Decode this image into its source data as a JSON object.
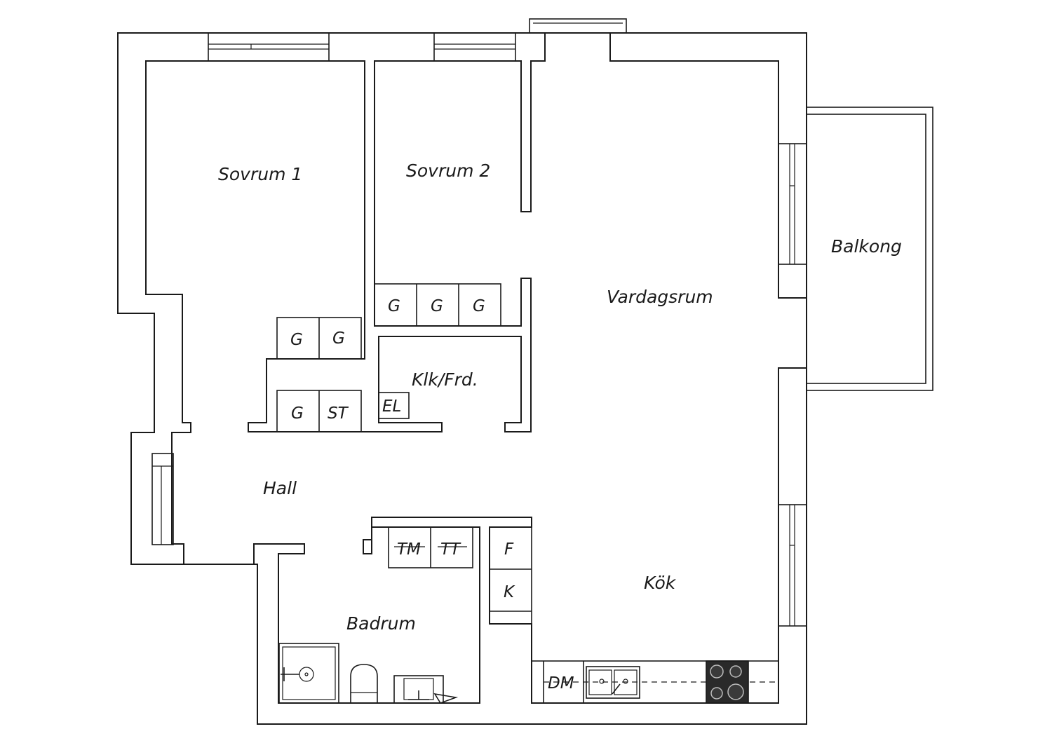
{
  "rooms": {
    "sovrum1": "Sovrum 1",
    "sovrum2": "Sovrum 2",
    "vardagsrum": "Vardagsrum",
    "balkong": "Balkong",
    "klk_frd": "Klk/Frd.",
    "hall": "Hall",
    "badrum": "Badrum",
    "kok": "Kök"
  },
  "fixtures": {
    "garderob": "G",
    "storage": "ST",
    "electric": "EL",
    "washer": "TM",
    "dryer": "TT",
    "freezer": "F",
    "fridge": "K",
    "dishwasher": "DM"
  },
  "icons": [
    "shower-icon",
    "toilet-icon",
    "sink-icon",
    "kitchen-sink-icon",
    "stove-icon"
  ],
  "colors": {
    "line": "#1a1a1a",
    "stove": "#3a3a3a",
    "background": "#ffffff"
  }
}
